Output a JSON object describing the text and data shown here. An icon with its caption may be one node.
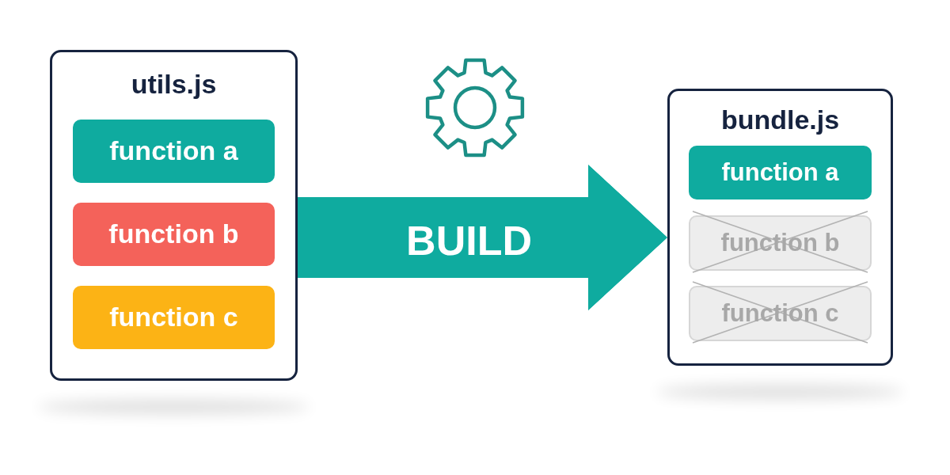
{
  "diagram": {
    "nodes": [
      {
        "text": [
          "utils.js"
        ]
      },
      {
        "text": [
          "function a"
        ],
        "in": 0
      },
      {
        "text": [
          "function b"
        ],
        "in": 0
      },
      {
        "text": [
          "function c"
        ],
        "in": 0
      },
      {
        "text": [
          "bundle.js"
        ]
      },
      {
        "text": [
          "function a"
        ],
        "in": 4
      },
      {
        "text": [
          "function b"
        ],
        "in": 4
      },
      {
        "text": [
          "function c"
        ],
        "in": 4
      }
    ],
    "edges": [
      {
        "from": 0,
        "to": 4,
        "arrow": "to",
        "label": "BUILD"
      }
    ]
  }
}
